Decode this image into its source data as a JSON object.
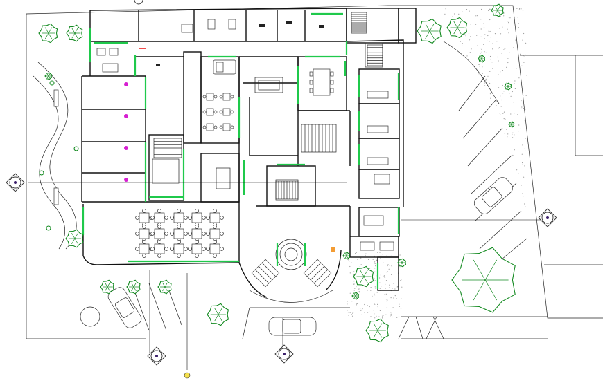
{
  "drawing": {
    "north_markers": [
      {
        "id": "axis-marker-west"
      },
      {
        "id": "axis-marker-east"
      },
      {
        "id": "axis-marker-south-1"
      },
      {
        "id": "axis-marker-south-2"
      }
    ]
  },
  "colors": {
    "wall": "#111111",
    "glazing": "#1fc94b",
    "vegetation": "#138a20",
    "gravel": "#9a9a9a",
    "accent_marker": "#3b1f6b"
  }
}
